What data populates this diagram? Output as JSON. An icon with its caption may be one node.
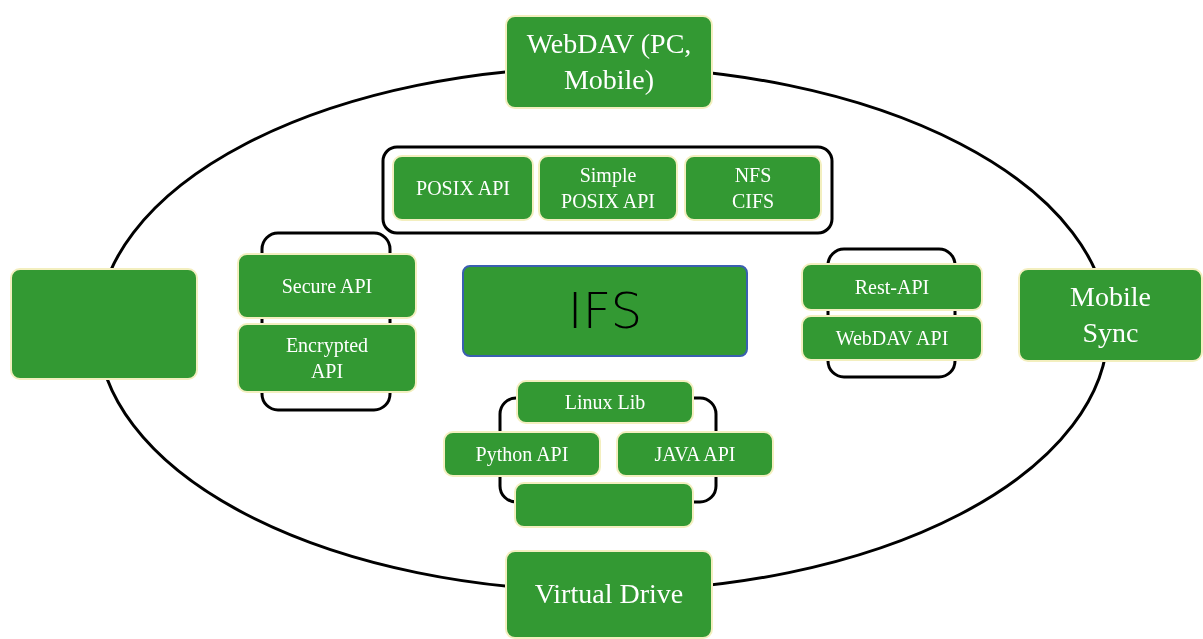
{
  "diagram": {
    "nodes": [
      {
        "text": [
          "WebDAV (PC, Mobile)"
        ]
      },
      {
        "text": [
          "POSIX API"
        ]
      },
      {
        "text": [
          "Simple POSIX API"
        ]
      },
      {
        "text": [
          "NFS CIFS"
        ]
      },
      {
        "text": [
          "Secure API"
        ]
      },
      {
        "text": [
          "Encrypted API"
        ]
      },
      {
        "text": [
          "IFS"
        ]
      },
      {
        "text": [
          "Rest-API"
        ]
      },
      {
        "text": [
          "WebDAV API"
        ]
      },
      {
        "text": [],
        "shape": "box"
      },
      {
        "text": [
          "Mobile Sync"
        ]
      },
      {
        "text": [
          "Linux Lib"
        ]
      },
      {
        "text": [
          "Python API"
        ]
      },
      {
        "text": [
          "JAVA API"
        ]
      },
      {
        "text": [],
        "shape": "box"
      },
      {
        "text": [
          "Virtual Drive"
        ]
      }
    ]
  }
}
